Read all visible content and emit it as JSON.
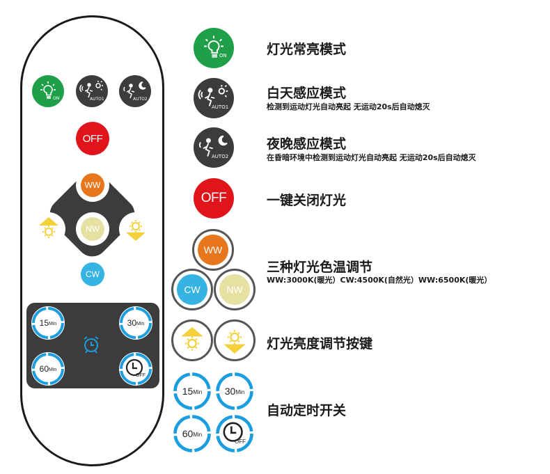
{
  "buttons": {
    "on_label": "ON",
    "auto1_label": "AUTO1",
    "auto2_label": "AUTO2",
    "off_label": "OFF",
    "ww_label": "WW",
    "nw_label": "NW",
    "cw_label": "CW",
    "t15_num": "15",
    "t30_num": "30",
    "t60_num": "60",
    "min_label": "Min",
    "timer_off_label": "OFF"
  },
  "legend": {
    "always_on_title": "灯光常亮模式",
    "day_title": "白天感应模式",
    "day_desc": "检测到运动灯光自动亮起 无运动20s后自动熄灭",
    "night_title": "夜晚感应模式",
    "night_desc": "在昏暗环境中检测到运动灯光自动亮起 无运动20s后自动熄灭",
    "off_title": "一键关闭灯光",
    "color_title": "三种灯光色温调节",
    "color_desc": "WW:3000K(暖光）CW:4500K(自然光）WW:6500K(暖光）",
    "brightness_title": "灯光亮度调节按键",
    "timer_title": "自动定时开关"
  },
  "colors": {
    "green": "#1e9f48",
    "dark": "#3c3c3c",
    "red": "#e0151b",
    "ww": "#e8761d",
    "nw": "#e6e1a2",
    "cw": "#35b3e2",
    "yellow": "#f4d03a",
    "timer_blue": "#1a9ee0"
  },
  "icons": [
    "bulb-icon",
    "motion-sun-icon",
    "motion-moon-icon",
    "brightness-up-icon",
    "brightness-down-icon",
    "alarm-clock-icon",
    "clock-off-icon"
  ]
}
